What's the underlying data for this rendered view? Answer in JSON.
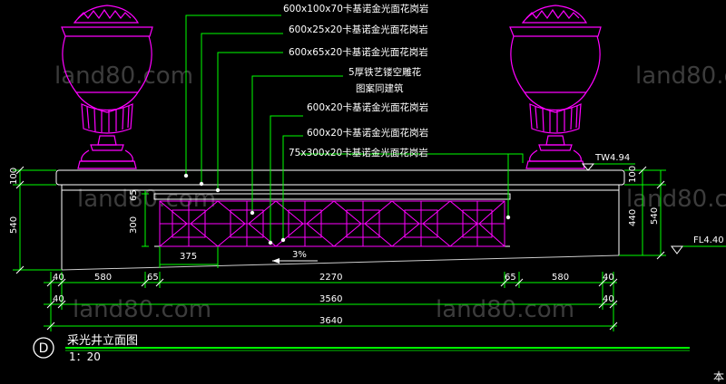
{
  "drawing": {
    "watermark": "land80.com",
    "annotations": [
      "600x100x70卡基诺金光面花岗岩",
      "600x25x20卡基诺金光面花岗岩",
      "600x65x20卡基诺金光面花岗岩",
      "5厚铁艺镂空雕花",
      "图案同建筑",
      "600x20卡基诺金光面花岗岩",
      "600x20卡基诺金光面花岗岩",
      "75x300x20卡基诺金光面花岗岩"
    ],
    "level_top": "TW4.94",
    "level_floor": "FL4.40",
    "slope": "3%",
    "left_dims": [
      "100",
      "540"
    ],
    "inner_dims": [
      "65",
      "300"
    ],
    "right_dims": [
      "440",
      "100",
      "540"
    ],
    "panel_offset": "375",
    "bottom_row1": [
      "40",
      "580",
      "65",
      "2270",
      "65",
      "580",
      "40"
    ],
    "bottom_row2": [
      "40",
      "3560",
      "40"
    ],
    "bottom_row3": [
      "3640"
    ],
    "title_letter": "D",
    "title": "采光井立面图",
    "scale": "1：20",
    "corner_text": "本"
  }
}
